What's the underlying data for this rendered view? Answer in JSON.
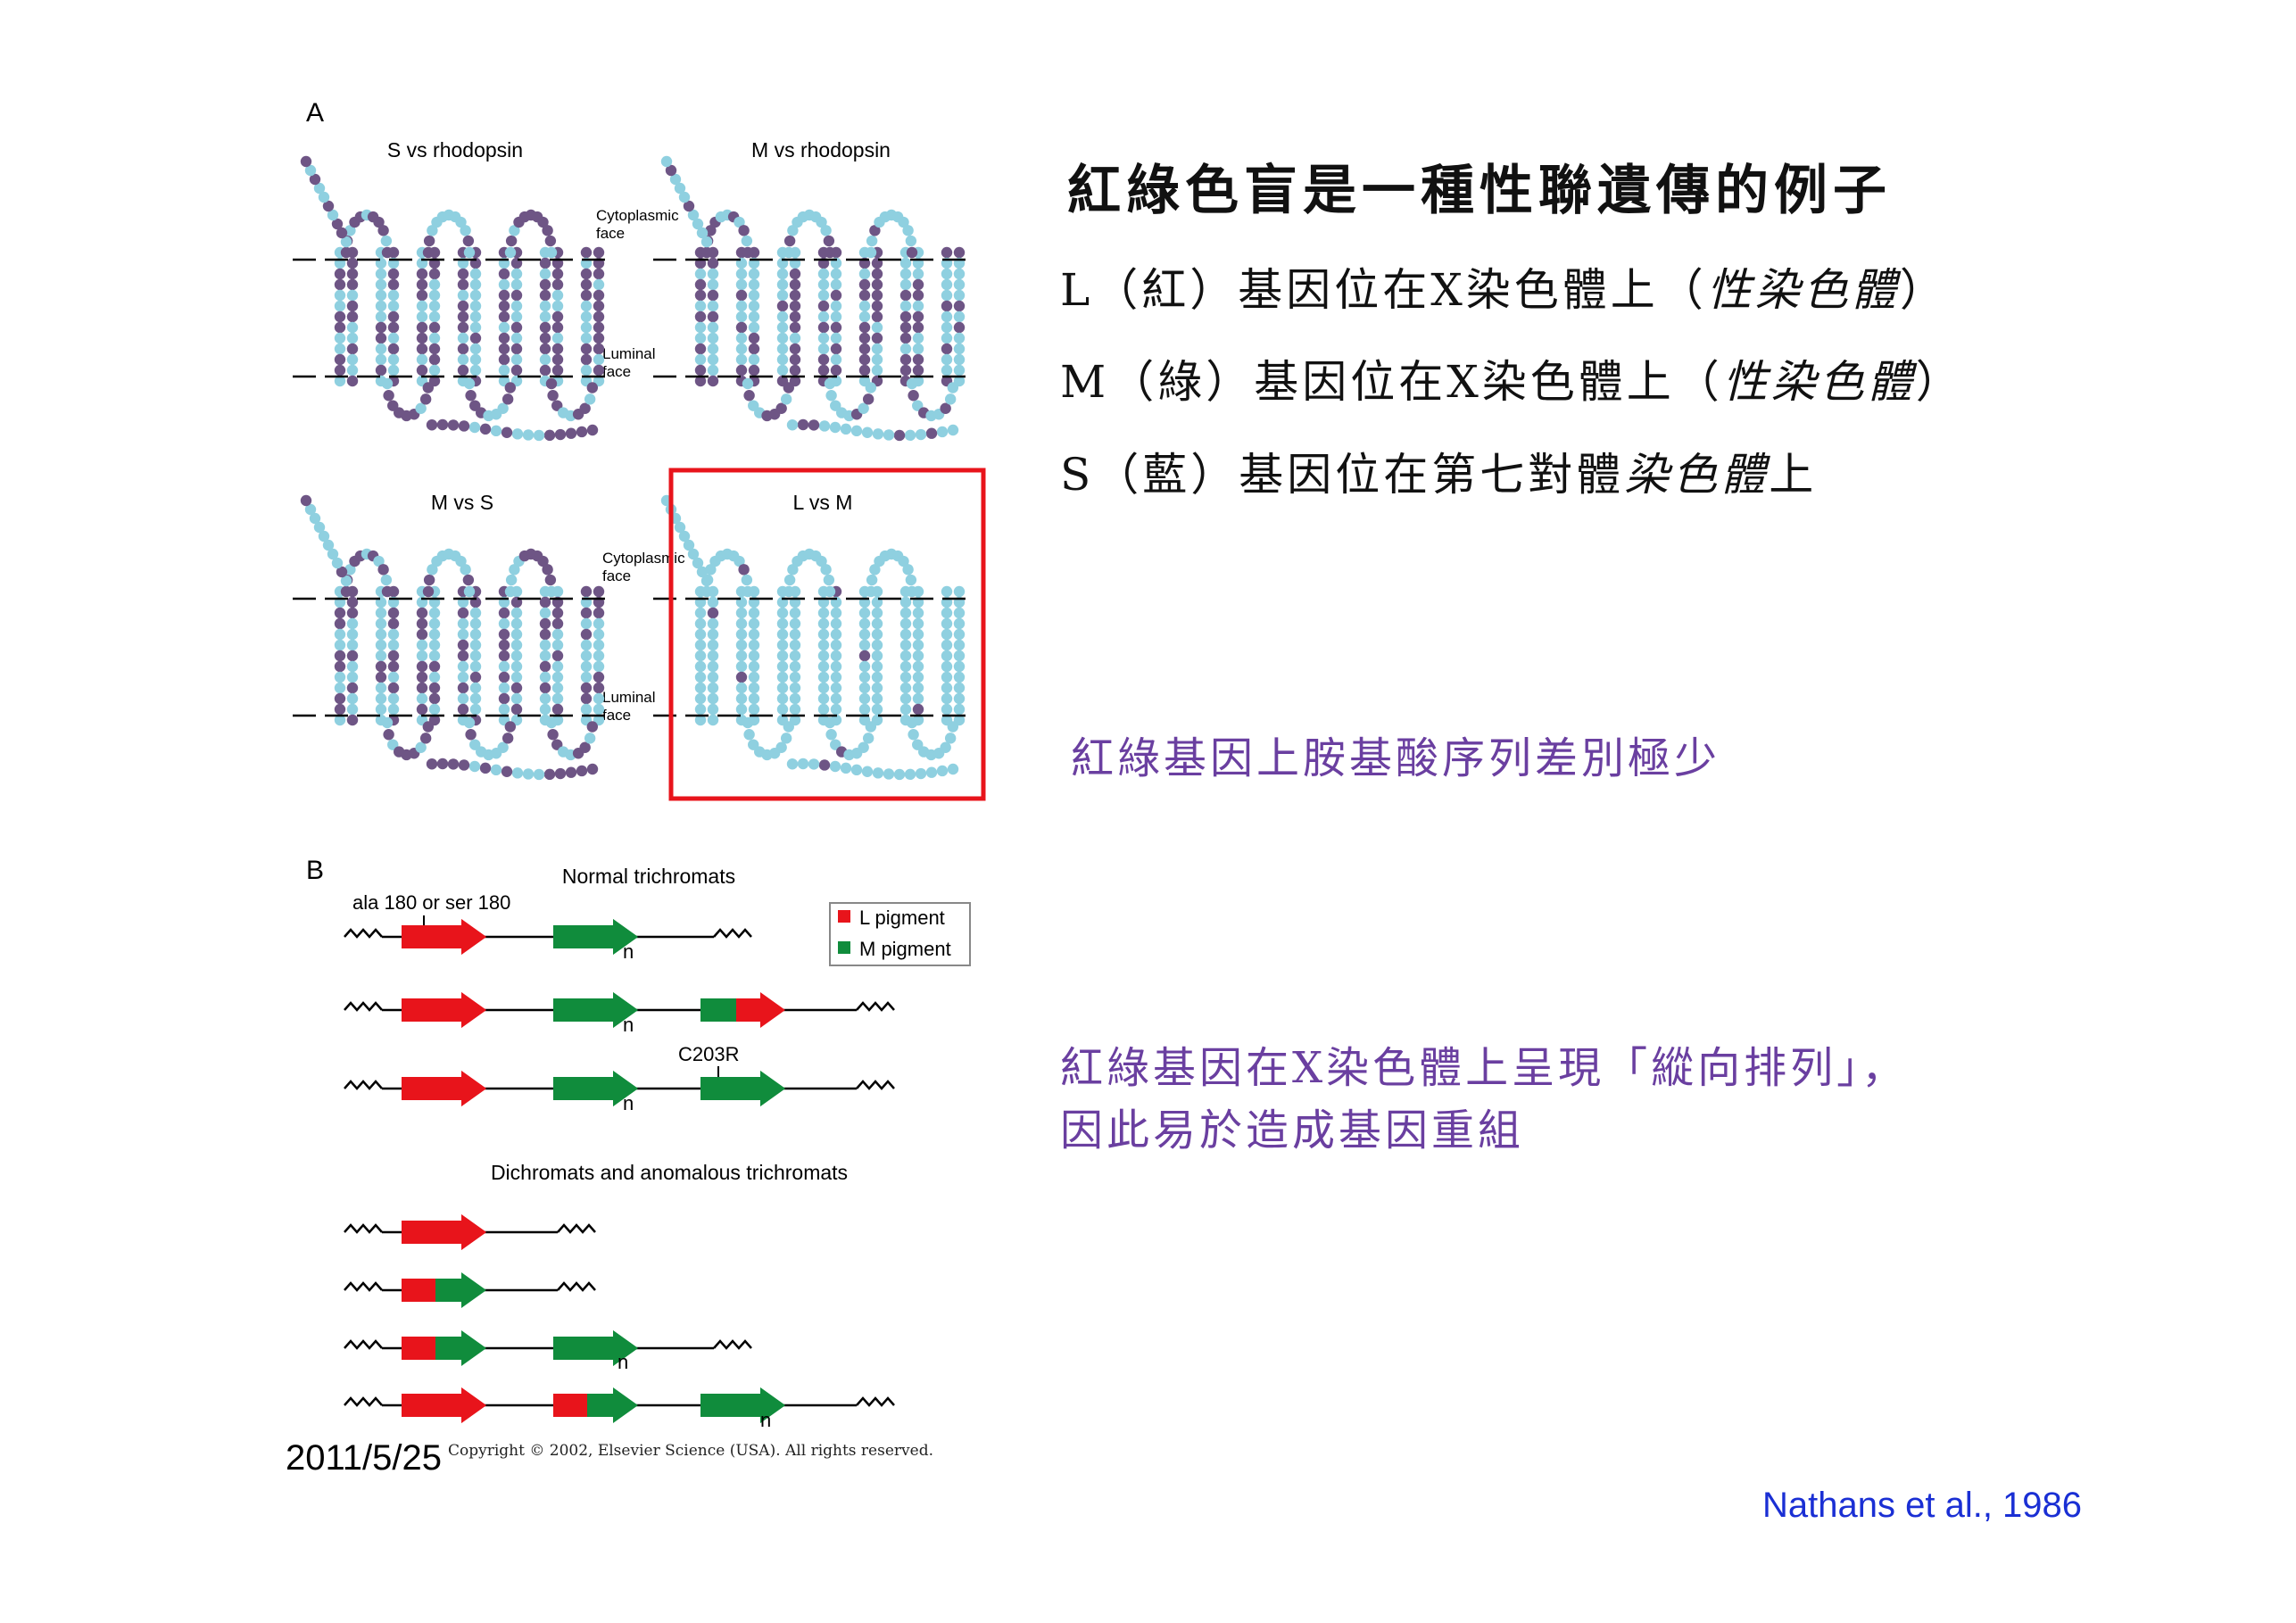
{
  "slide": {
    "title": "紅綠色盲是一種性聯遺傳的例子",
    "bullets": [
      {
        "prefix": "L（紅）基因位在X染色體上（",
        "emph": "性染色體",
        "suffix": "）"
      },
      {
        "prefix": "M（綠）基因位在X染色體上（",
        "emph": "性染色體",
        "suffix": "）"
      },
      {
        "prefix": "S（藍）基因位在第七對體",
        "emph": "染色體",
        "suffix": "上"
      }
    ],
    "note1": "紅綠基因上胺基酸序列差別極少",
    "note2_line1": "紅綠基因在X染色體上呈現「縱向排列」，",
    "note2_line2": "因此易於造成基因重組",
    "date": "2011/5/25",
    "citation": "Nathans et al., 1986",
    "copyright": "Copyright © 2002, Elsevier Science (USA). All rights reserved."
  },
  "figure": {
    "panel_a_label": "A",
    "panel_b_label": "B",
    "panels": [
      {
        "title": "S vs rhodopsin",
        "label_top": [
          "Cytoplasmic",
          "face"
        ],
        "label_bottom": [
          "Luminal",
          "face"
        ]
      },
      {
        "title": "M vs rhodopsin"
      },
      {
        "title": "M vs S",
        "label_top": [
          "Cytoplasmic",
          "face"
        ],
        "label_bottom": [
          "Luminal",
          "face"
        ]
      },
      {
        "title": "L vs M"
      }
    ],
    "normal_title": "Normal trichromats",
    "ala_label": "ala 180 or ser 180",
    "c203r_label": "C203R",
    "n_label": "n",
    "dichromat_title": "Dichromats and anomalous trichromats",
    "legend": [
      {
        "label": "L pigment",
        "color": "#e8141b"
      },
      {
        "label": "M pigment",
        "color": "#108c3c"
      }
    ]
  },
  "colors": {
    "highlight_box": "#e8141b",
    "conserved_residue": "#8fd0e0",
    "different_residue": "#6e5585",
    "title_text": "#111111",
    "note_text": "#6a3fa0",
    "citation_text": "#1a2fd4"
  }
}
